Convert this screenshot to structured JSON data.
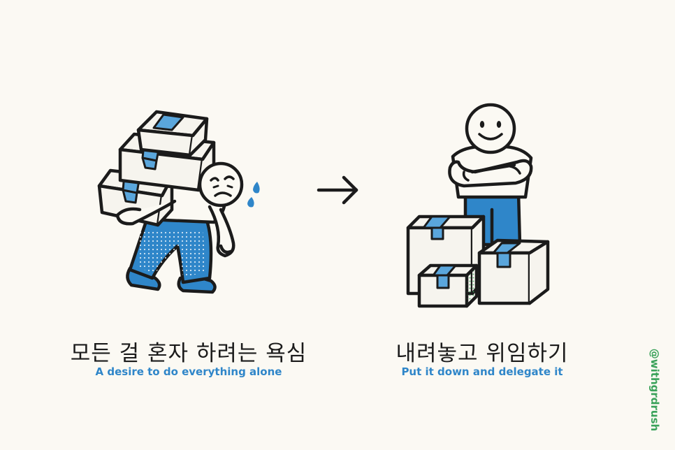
{
  "colors": {
    "background": "#fbf9f3",
    "ink": "#1b1b1b",
    "accent_blue": "#2f86c9",
    "tape_blue": "#5aa6dc",
    "box_fill": "#f6f4ee",
    "watermark_green": "#3aa25a"
  },
  "left_panel": {
    "title": "모든 걸 혼자 하려는 욕심",
    "subtitle": "A desire to do everything alone",
    "illustration": "person-carrying-boxes-icon"
  },
  "transition": {
    "icon": "right-arrow-icon"
  },
  "right_panel": {
    "title": "내려놓고 위임하기",
    "subtitle": "Put it down and delegate it",
    "illustration": "smiling-person-with-boxes-icon"
  },
  "watermark": {
    "text": "@withgrdrush"
  }
}
